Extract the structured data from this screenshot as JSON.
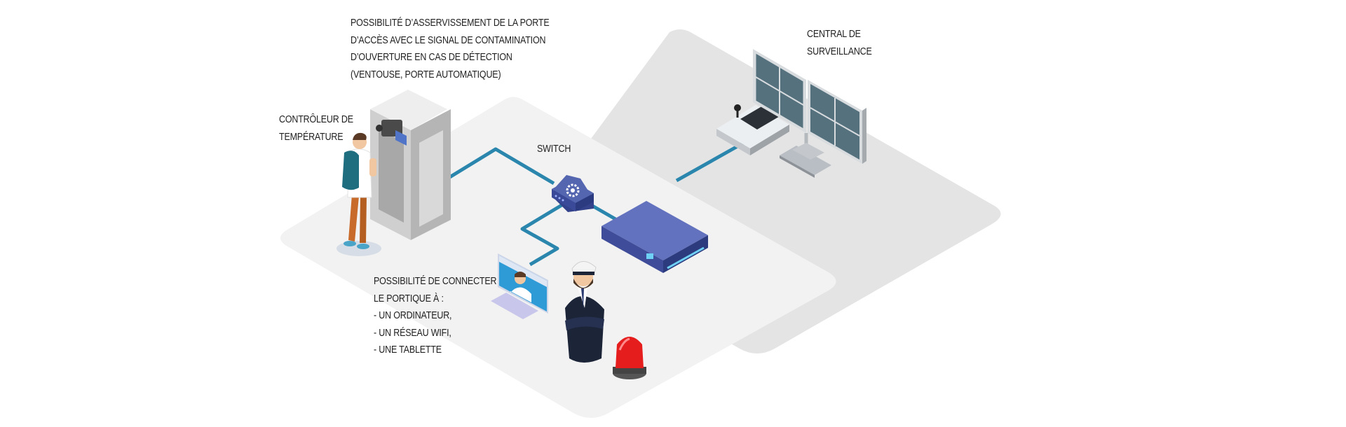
{
  "labels": {
    "access_door": [
      "POSSIBILITÉ D’ASSERVISSEMENT DE LA PORTE",
      "D’ACCÈS AVEC LE SIGNAL DE CONTAMINATION",
      "D’OUVERTURE EN CAS DE DÉTECTION",
      "(VENTOUSE, PORTE AUTOMATIQUE)"
    ],
    "temperature": [
      "CONTRÔLEUR DE",
      "TEMPÉRATURE"
    ],
    "switch": "SWITCH",
    "surveillance": [
      "CENTRAL DE",
      "SURVEILLANCE"
    ],
    "connect": [
      "POSSIBILITÉ DE CONNECTER",
      "LE PORTIQUE À :",
      "- UN ORDINATEUR,",
      "- UN RÉSEAU WIFI,",
      "- UNE TABLETTE"
    ]
  },
  "colors": {
    "cable": "#2b86ad",
    "floor_front": "#f2f2f2",
    "floor_back": "#e4e4e4",
    "device": "#5566b0",
    "led": "#6fd0f5",
    "alarm": "#e51d1d"
  }
}
